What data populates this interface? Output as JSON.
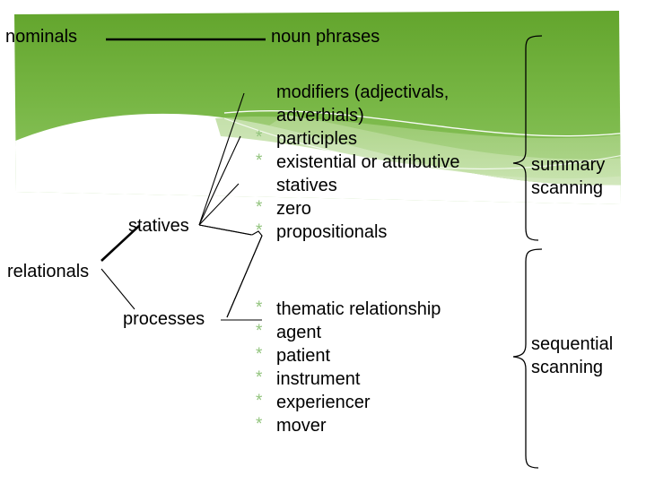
{
  "slide": {
    "title_row": {
      "left_label": "nominals",
      "right_label": "noun phrases"
    },
    "tree_labels": {
      "statives": "statives",
      "relationals": "relationals",
      "processes": "processes"
    },
    "upper_list": {
      "items": [
        {
          "bullet": "",
          "text": "modifiers (adjectivals,",
          "cont": "adverbials)"
        },
        {
          "bullet": "*",
          "text": "participles",
          "cont": ""
        },
        {
          "bullet": "*",
          "text": "existential or attributive",
          "cont": "statives"
        },
        {
          "bullet": "*",
          "text": "zero",
          "cont": ""
        },
        {
          "bullet": "*",
          "text": "propositionals",
          "cont": ""
        }
      ]
    },
    "lower_list": {
      "items": [
        {
          "bullet": "*",
          "text": "thematic relationship",
          "cont": ""
        },
        {
          "bullet": "*",
          "text": "agent",
          "cont": ""
        },
        {
          "bullet": "*",
          "text": "patient",
          "cont": ""
        },
        {
          "bullet": "*",
          "text": "instrument",
          "cont": ""
        },
        {
          "bullet": "*",
          "text": "experiencer",
          "cont": ""
        },
        {
          "bullet": "*",
          "text": "mover",
          "cont": ""
        }
      ]
    },
    "right_brackets": {
      "summary": {
        "line1": "summary",
        "line2": "scanning"
      },
      "sequential": {
        "line1": "sequential",
        "line2": "scanning"
      }
    },
    "colors": {
      "green_dark": "#6aaa35",
      "green_mid": "#7dbb4c",
      "green_light": "#a7d27f",
      "green_pale": "#c5e0aa",
      "bullet_green": "#92c47d",
      "line_black": "#000000",
      "white": "#ffffff"
    }
  }
}
